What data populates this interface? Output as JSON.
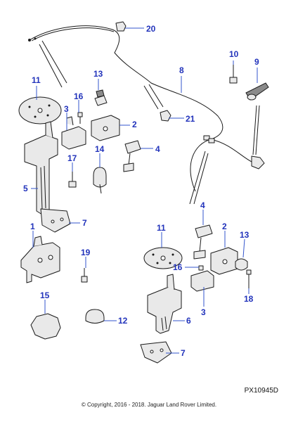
{
  "diagram": {
    "callouts": {
      "c1a": "1",
      "c2a": "2",
      "c3a": "3",
      "c4a": "4",
      "c5": "5",
      "c7a": "7",
      "c8": "8",
      "c9": "9",
      "c10": "10",
      "c11a": "11",
      "c13a": "13",
      "c14": "14",
      "c16a": "16",
      "c17": "17",
      "c19": "19",
      "c20": "20",
      "c21": "21",
      "c4b": "4",
      "c2b": "2",
      "c11b": "11",
      "c13b": "13",
      "c16b": "16",
      "c3b": "3",
      "c18": "18",
      "c15": "15",
      "c12": "12",
      "c6": "6",
      "c7b": "7"
    },
    "reference_code": "PX10945D",
    "copyright": "© Copyright, 2016 - 2018. Jaguar Land Rover Limited.",
    "colors": {
      "callout": "#2233bb",
      "line": "#1a1a1a",
      "part_fill": "#e9e9e9"
    }
  }
}
